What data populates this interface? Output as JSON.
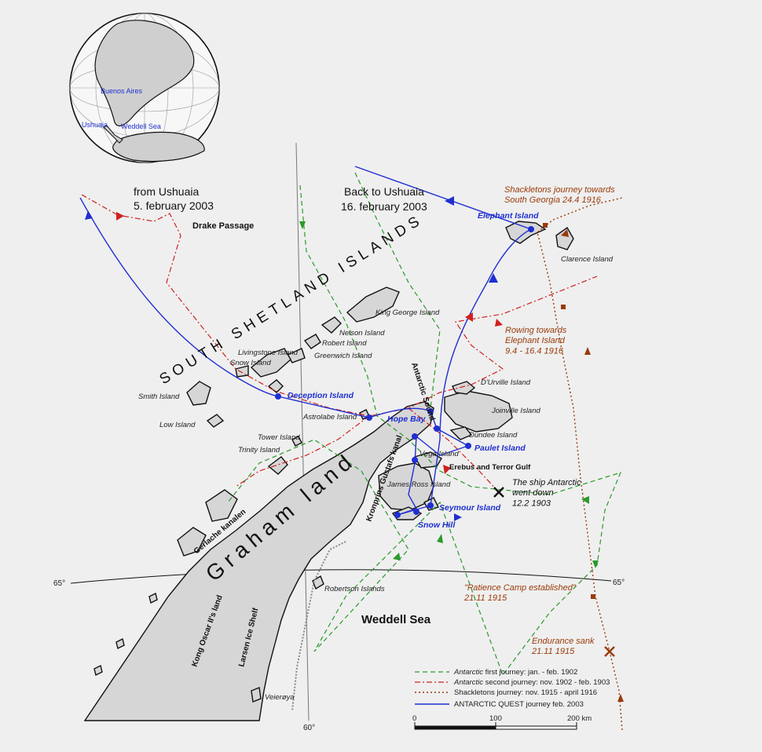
{
  "colors": {
    "background": "#efefef",
    "land": "#d6d6d6",
    "coast": "#111111",
    "first_journey": "#2a9a2a",
    "second_journey": "#d02020",
    "shackleton": "#9a3a0a",
    "quest": "#1f2fd0"
  },
  "globe": {
    "places": [
      "Buenos Aires",
      "Ushuaia",
      "Weddell Sea"
    ]
  },
  "headers": {
    "from_line1": "from Ushuaia",
    "from_line2": "5. february 2003",
    "back_line1": "Back to Ushuaia",
    "back_line2": "16. february 2003",
    "drake": "Drake Passage",
    "archipelago": "SOUTH SHETLAND ISLANDS",
    "graham": "Graham land",
    "weddell": "Weddell Sea",
    "sound": "Antarctic Sound",
    "kronprins": "Kronprins Gustafs kanal",
    "gerlache": "Gerlache kanalen",
    "kong_oscar": "Kong Oscar II's land",
    "larsen": "Larsen Ice Shelf"
  },
  "islands": {
    "king_george": "King George Island",
    "nelson": "Nelson Island",
    "robert": "Robert Island",
    "greenwich": "Greenwich Island",
    "livingstone": "Livingstone Island",
    "snow": "Snow Island",
    "smith": "Smith Island",
    "low": "Low Island",
    "astrolabe": "Astrolabe Island",
    "tower": "Tower Island",
    "trinity": "Trinity Island",
    "durville": "D'Urville Island",
    "joinville": "Joinville Island",
    "dundee": "Dundee Island",
    "vega": "Vega Island",
    "james_ross": "James Ross Island",
    "robertson": "Robertson Islands",
    "veier": "Veierøya",
    "clarence": "Clarence Island",
    "erebus": "Erebus and Terror Gulf"
  },
  "stops": {
    "elephant": "Elephant Island",
    "deception": "Deception Island",
    "hope_bay": "Hope Bay",
    "paulet": "Paulet Island",
    "seymour": "Seymour Island",
    "snow_hill": "Snow Hill"
  },
  "events": {
    "shackleton_south_georgia": "Shackletons journey towards South Georgia 24.4 1916",
    "rowing": "Rowing towards Elephant Island 9.4 - 16.4 1916",
    "patience_camp": "\"Patience Camp established\" 21.11 1915",
    "endurance": "Endurance sank 21.11 1915",
    "antarctic_sank": "The ship Antarctic went down 12.2 1903"
  },
  "graticule": {
    "lat_left": "65°",
    "lat_right": "65°",
    "lon": "60°"
  },
  "legend": {
    "items": [
      {
        "italic": "Antarctic",
        "rest": " first journey: jan. - feb. 1902",
        "style": "first"
      },
      {
        "italic": "Antarctic",
        "rest": " second journey: nov. 1902 - feb. 1903",
        "style": "second"
      },
      {
        "italic": "",
        "rest": "Shackletons journey: nov. 1915 - april 1916",
        "style": "shackleton"
      },
      {
        "italic": "",
        "rest": "ANTARCTIC QUEST journey feb. 2003",
        "style": "quest"
      }
    ],
    "scale_ticks": [
      "0",
      "100",
      "200 km"
    ]
  }
}
